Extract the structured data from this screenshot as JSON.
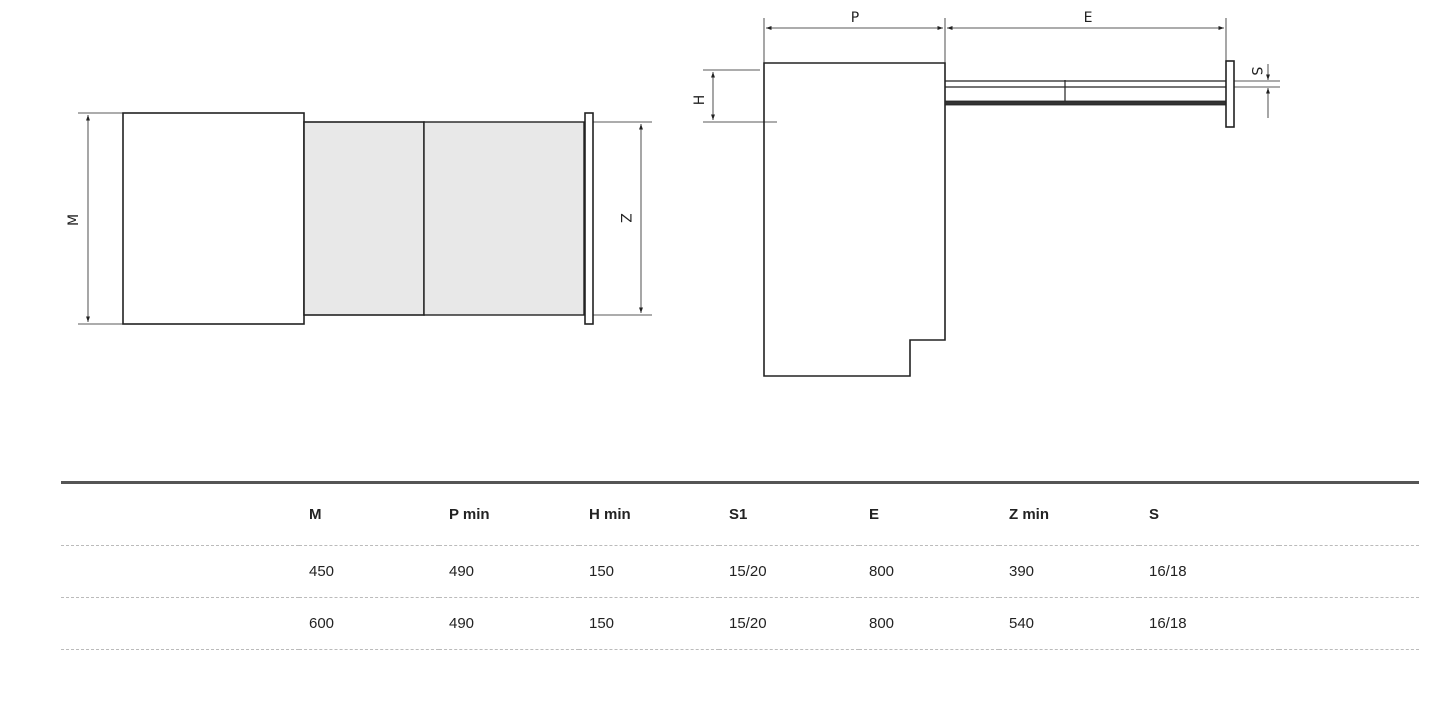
{
  "diagram": {
    "labels": {
      "M": "M",
      "Z": "Z",
      "P": "P",
      "E": "E",
      "H": "H",
      "S": "S"
    }
  },
  "table": {
    "headers": [
      "M",
      "P min",
      "H min",
      "S1",
      "E",
      "Z min",
      "S"
    ],
    "rows": [
      [
        "450",
        "490",
        "150",
        "15/20",
        "800",
        "390",
        "16/18"
      ],
      [
        "600",
        "490",
        "150",
        "15/20",
        "800",
        "540",
        "16/18"
      ]
    ]
  }
}
